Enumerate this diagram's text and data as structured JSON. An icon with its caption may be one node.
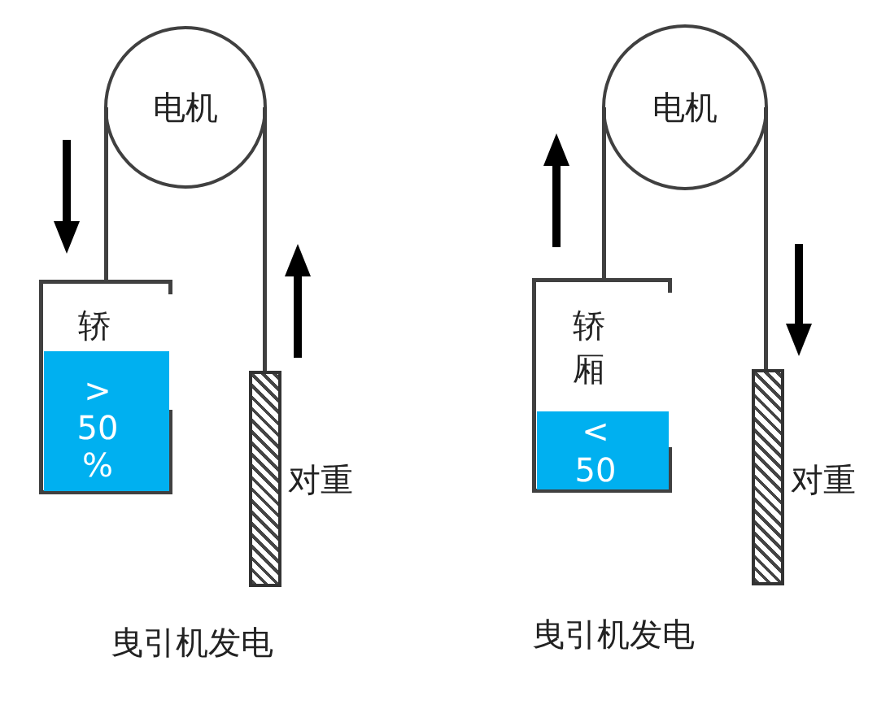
{
  "diagram": {
    "nodes": [
      {
        "text": [
          "电机"
        ]
      },
      {
        "text": [
          "轿"
        ]
      },
      {
        "text": [
          "> 50 %"
        ],
        "in": 1
      },
      {
        "text": [],
        "shape": "bar",
        "beside": [
          "对重"
        ]
      },
      {
        "text": [
          "电机"
        ]
      },
      {
        "text": [
          "轿厢"
        ]
      },
      {
        "text": [
          "< 50"
        ],
        "in": 5
      },
      {
        "text": [],
        "shape": "bar",
        "beside": [
          "对重"
        ]
      }
    ],
    "edges": [
      {
        "from": 0,
        "to": 1,
        "arrow": "none"
      },
      {
        "from": 0,
        "to": 3,
        "arrow": "none"
      },
      {
        "from": 4,
        "to": 5,
        "arrow": "none"
      },
      {
        "from": 4,
        "to": 7,
        "arrow": "none"
      }
    ],
    "labels": [
      "曳引机发电",
      "曳引机发电"
    ]
  }
}
